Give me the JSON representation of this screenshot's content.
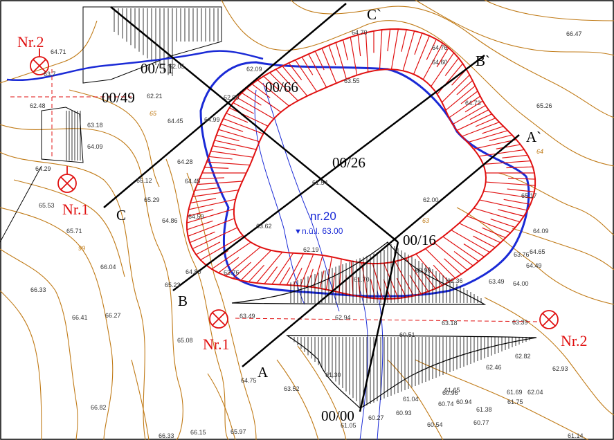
{
  "colors": {
    "contour": "#c07a16",
    "embankment": "#e01010",
    "water": "#1a2ad6",
    "axis": "#000000",
    "marker": "#e01010",
    "elevation_text": "#333333"
  },
  "pond": {
    "name": "nr.20",
    "water_level": "n.ū.l. 63.00"
  },
  "section_labels": [
    "A",
    "A`",
    "B",
    "B`",
    "C",
    "C`"
  ],
  "stations": [
    "00/00",
    "00/16",
    "00/26",
    "00/49",
    "00/51",
    "00/66"
  ],
  "markers": [
    "Nr.1",
    "Nr.2",
    "Nr.1",
    "Nr.2"
  ],
  "contour_labels": [
    "64",
    "65",
    "63",
    "99"
  ],
  "elevations": [
    "64.70",
    "66.47",
    "64.76",
    "64.60",
    "63.55",
    "64.73",
    "65.26",
    "64.71",
    "63.7",
    "62.48",
    "63.18",
    "64.09",
    "64.29",
    "65.53",
    "65.12",
    "65.29",
    "65.71",
    "64.86",
    "64.59",
    "64.45",
    "64.28",
    "64.45",
    "62.21",
    "62.05",
    "62.99",
    "64.99",
    "62.09",
    "61.54",
    "63.62",
    "62.19",
    "63.76",
    "65.23",
    "64.80",
    "66.04",
    "66.33",
    "66.41",
    "66.27",
    "65.08",
    "63.49",
    "62.94",
    "61.70",
    "60.90",
    "62.36",
    "63.49",
    "64.00",
    "64.49",
    "64.65",
    "63.76",
    "64.09",
    "63.18",
    "63.39",
    "60.51",
    "62.82",
    "62.46",
    "62.93",
    "61.30",
    "61.65",
    "61.69",
    "62.04",
    "61.75",
    "60.96",
    "60.74",
    "60.94",
    "61.38",
    "60.77",
    "61.04",
    "60.93",
    "60.27",
    "61.05",
    "60.54",
    "61.14",
    "64.75",
    "63.52",
    "66.82",
    "66.33",
    "66.15",
    "65.97",
    "65.17",
    "62.00"
  ]
}
